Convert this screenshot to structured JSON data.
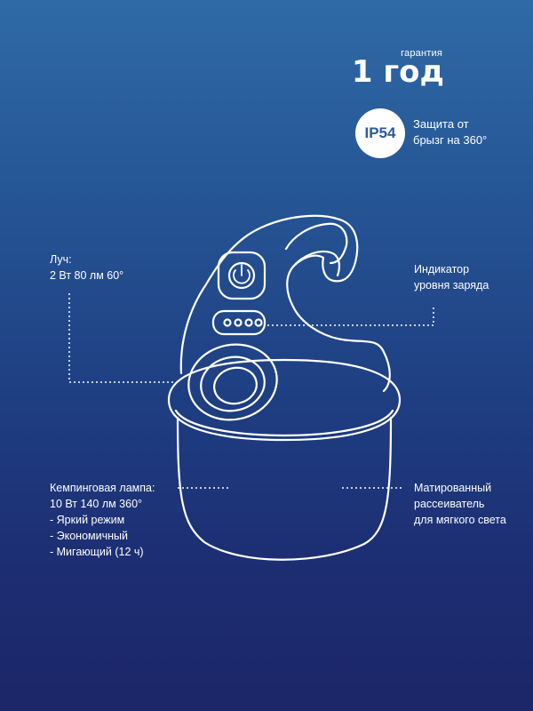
{
  "warranty": {
    "caption": "гарантия",
    "value": "1 год"
  },
  "ip": {
    "badge": "IP54",
    "line1": "Защита от",
    "line2": "брызг на 360°"
  },
  "beam": {
    "title": "Луч:",
    "spec": "2 Вт 80 лм 60°"
  },
  "indicator": {
    "line1": "Индикатор",
    "line2": "уровня заряда"
  },
  "camping": {
    "title": "Кемпинговая лампа:",
    "spec": "10 Вт 140 лм 360°",
    "modes": [
      "- Яркий режим",
      "- Экономичный",
      "- Мигающий (12 ч)"
    ]
  },
  "diffuser": {
    "line1": "Матированный",
    "line2": "рассеиватель",
    "line3": "для мягкого света"
  },
  "colors": {
    "bg_top": "#2f6aa6",
    "bg_bottom": "#1c2668",
    "badge_text": "#2a5a98"
  }
}
